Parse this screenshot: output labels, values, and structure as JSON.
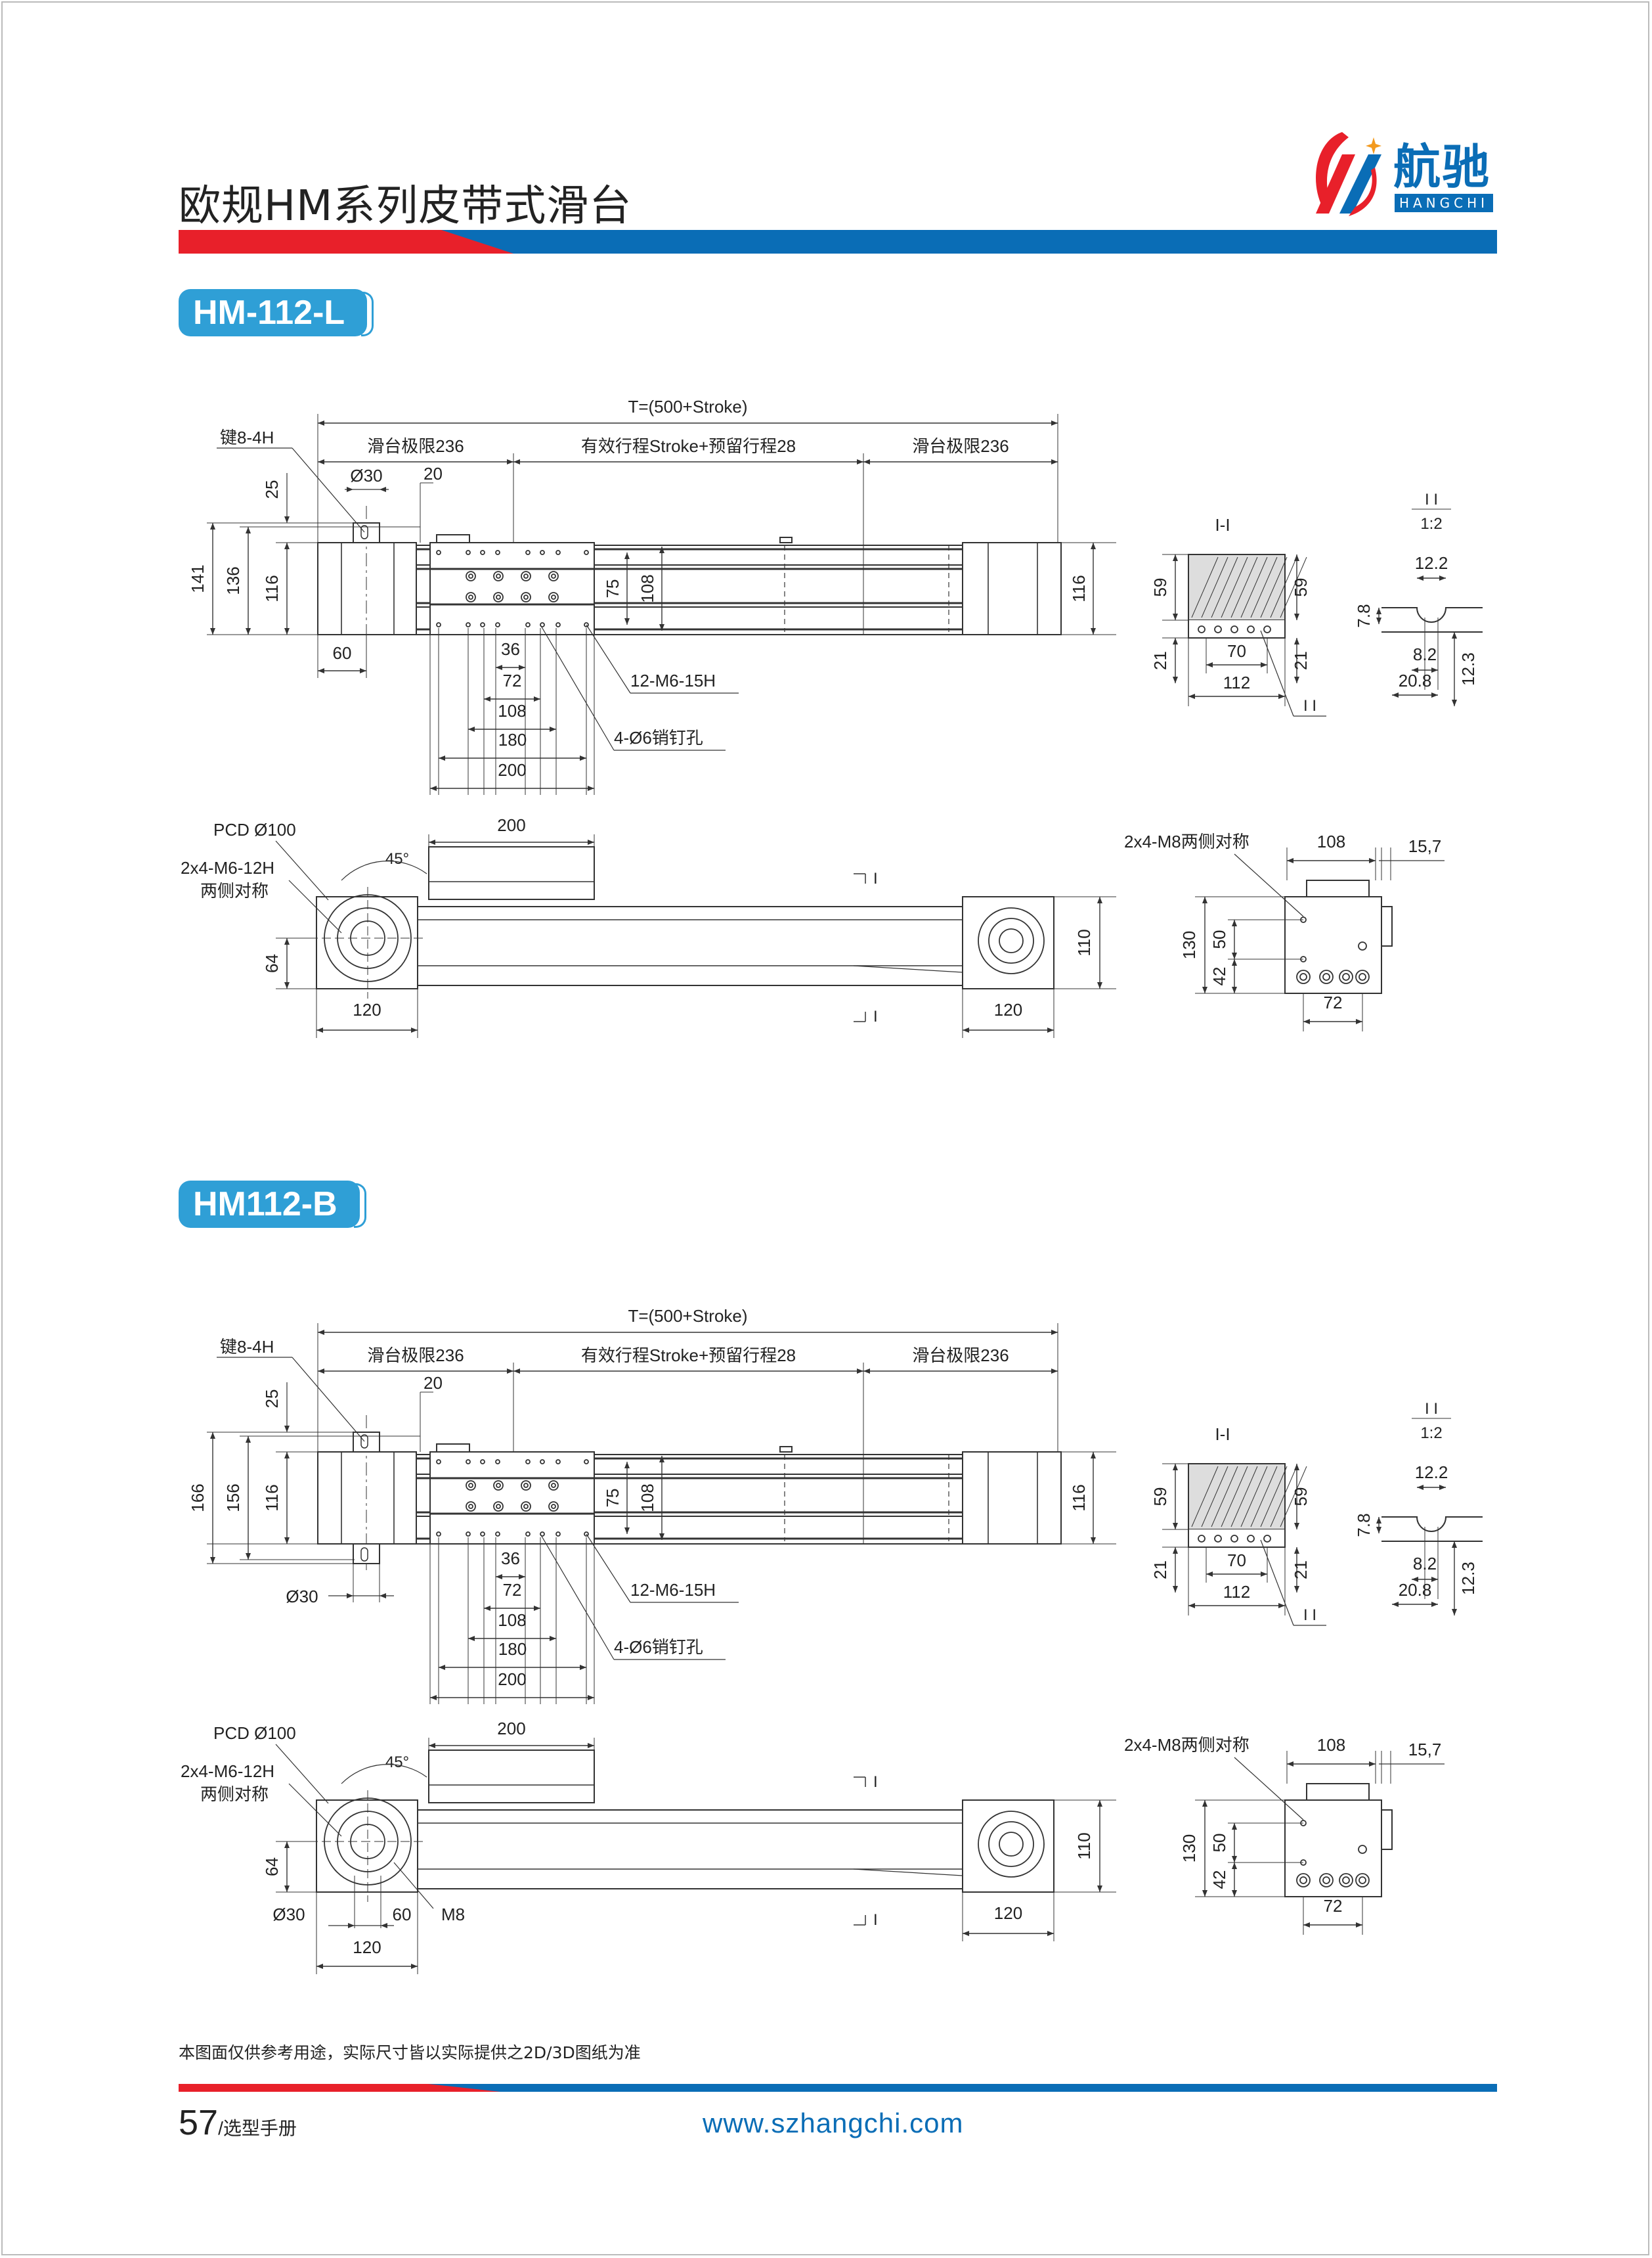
{
  "header": {
    "title": "欧规HM系列皮带式滑台",
    "logo_cn": "航驰",
    "logo_en": "HANGCHI"
  },
  "colors": {
    "red": "#e8202a",
    "blue": "#0a6db6",
    "badge": "#2f9fd6"
  },
  "drawings": [
    {
      "badge": "HM-112-L",
      "top": {
        "total": "T=(500+Stroke)",
        "limit_left": "滑台极限236",
        "middle": "有效行程Stroke+预留行程28",
        "limit_right": "滑台极限236",
        "key": "键8-4H",
        "shaft_dia": "Ø30",
        "d20": "20",
        "d25": "25",
        "h_outer": "141",
        "h_mid": "136",
        "h_body": "116",
        "h75": "75",
        "h108": "108",
        "h_right": "116",
        "d60": "60",
        "d36": "36",
        "d72": "72",
        "d108": "108",
        "d180": "180",
        "d200": "200",
        "holes": "12-M6-15H",
        "pins": "4-Ø6销钉孔"
      },
      "section": {
        "title": "I-I",
        "h59l": "59",
        "h59r": "59",
        "h21l": "21",
        "h21r": "21",
        "w70": "70",
        "w112": "112",
        "callout": "I I"
      },
      "detail": {
        "title": "I I",
        "scale": "1:2",
        "w12_2": "12.2",
        "h7_8": "7.8",
        "w8_2": "8.2",
        "w20_8": "20.8",
        "h12_3": "12.3"
      },
      "front": {
        "pcd": "PCD Ø100",
        "tapped": "2x4-M6-12H",
        "sym": "两侧对称",
        "angle": "45°",
        "w200": "200",
        "h64": "64",
        "w120l": "120",
        "h110": "110",
        "w120r": "120",
        "sec_top": "I",
        "sec_bot": "I"
      },
      "end": {
        "tapped": "2x4-M8两侧对称",
        "w108": "108",
        "w15_7": "15,7",
        "h130": "130",
        "h50": "50",
        "h42": "42",
        "w72": "72"
      }
    },
    {
      "badge": "HM112-B",
      "top": {
        "total": "T=(500+Stroke)",
        "limit_left": "滑台极限236",
        "middle": "有效行程Stroke+预留行程28",
        "limit_right": "滑台极限236",
        "key": "键8-4H",
        "shaft_dia": "Ø30",
        "d20": "20",
        "d25": "25",
        "h_outer": "166",
        "h_mid": "156",
        "h_body": "116",
        "h75": "75",
        "h108": "108",
        "h_right": "116",
        "d36": "36",
        "d72": "72",
        "d108": "108",
        "d180": "180",
        "d200": "200",
        "holes": "12-M6-15H",
        "pins": "4-Ø6销钉孔"
      },
      "section": {
        "title": "I-I",
        "h59l": "59",
        "h59r": "59",
        "h21l": "21",
        "h21r": "21",
        "w70": "70",
        "w112": "112",
        "callout": "I I"
      },
      "detail": {
        "title": "I I",
        "scale": "1:2",
        "w12_2": "12.2",
        "h7_8": "7.8",
        "w8_2": "8.2",
        "w20_8": "20.8",
        "h12_3": "12.3"
      },
      "front": {
        "pcd": "PCD Ø100",
        "tapped": "2x4-M6-12H",
        "sym": "两侧对称",
        "angle": "45°",
        "w200": "200",
        "h64": "64",
        "w120l": "120",
        "h110": "110",
        "w120r": "120",
        "sec_top": "I",
        "sec_bot": "I",
        "shaft_dia": "Ø30",
        "w60": "60",
        "m8": "M8"
      },
      "end": {
        "tapped": "2x4-M8两侧对称",
        "w108": "108",
        "w15_7": "15,7",
        "h130": "130",
        "h50": "50",
        "h42": "42",
        "w72": "72"
      }
    }
  ],
  "footer": {
    "disclaimer": "本图面仅供参考用途，实际尺寸皆以实际提供之2D/3D图纸为准",
    "page_number": "57",
    "page_label": "/选型手册",
    "url": "www.szhangchi.com"
  }
}
